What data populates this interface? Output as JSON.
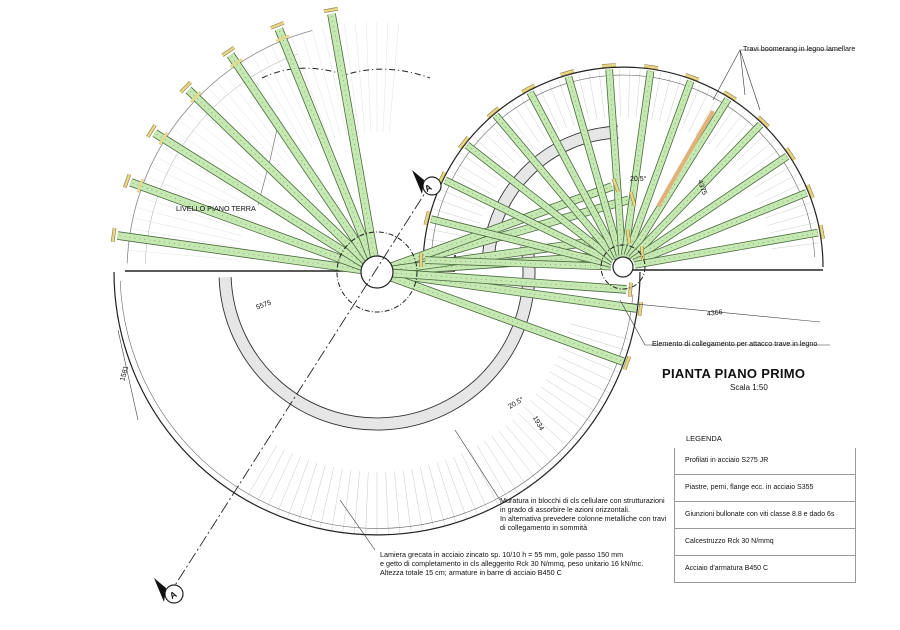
{
  "plan": {
    "title": "PIANTA PIANO PRIMO",
    "scale": "Scala 1:50",
    "ground_level_label": "LIVELLO PIANO TERRA"
  },
  "annotations": {
    "beams": "Travi boomerang in legno lamellare",
    "connector": "Elemento di collegamento per attacco trave in legno",
    "masonry": [
      "Muratura in blocchi di cls cellulare con strutturazioni",
      "in grado di assorbire le azioni orizzontali.",
      "In alternativa prevedere colonne metalliche con travi",
      "di collegamento in sommità"
    ],
    "deck": [
      "Lamiera grecata in acciaio zincato sp. 10/10 h = 55 mm, gole passo 150 mm",
      "e getto di completamento in cls alleggerito Rck 30 N/mmq, peso unitario 16 kN/mc.",
      "Altezza totale 15 cm; armature in barre di acciaio B450 C"
    ]
  },
  "dimensions": {
    "d1": "5575",
    "d2": "1581",
    "d3": "20.5°",
    "d4": "1934",
    "d5": "20.5°",
    "d6": "4375",
    "d7": "4366"
  },
  "section_marks": {
    "top": "A",
    "bottom": "A"
  },
  "legend": {
    "title": "LEGENDA",
    "items": [
      "Profilati in acciaio S275 JR",
      "Piastre, perni, flange ecc. in acciaio S355",
      "Giunzioni bullonate con viti classe 8.8 e dado 6s",
      "Calcestruzzo Rck 30 N/mmq",
      "Acciaio d'armatura B450 C"
    ]
  },
  "colors": {
    "beam_fill": "#c6e9b4",
    "beam_stroke": "#4a6a3c",
    "wall_fill": "#e6e6e6",
    "bracket": "#e8d78a",
    "accent_beam": "#e0b27a"
  }
}
